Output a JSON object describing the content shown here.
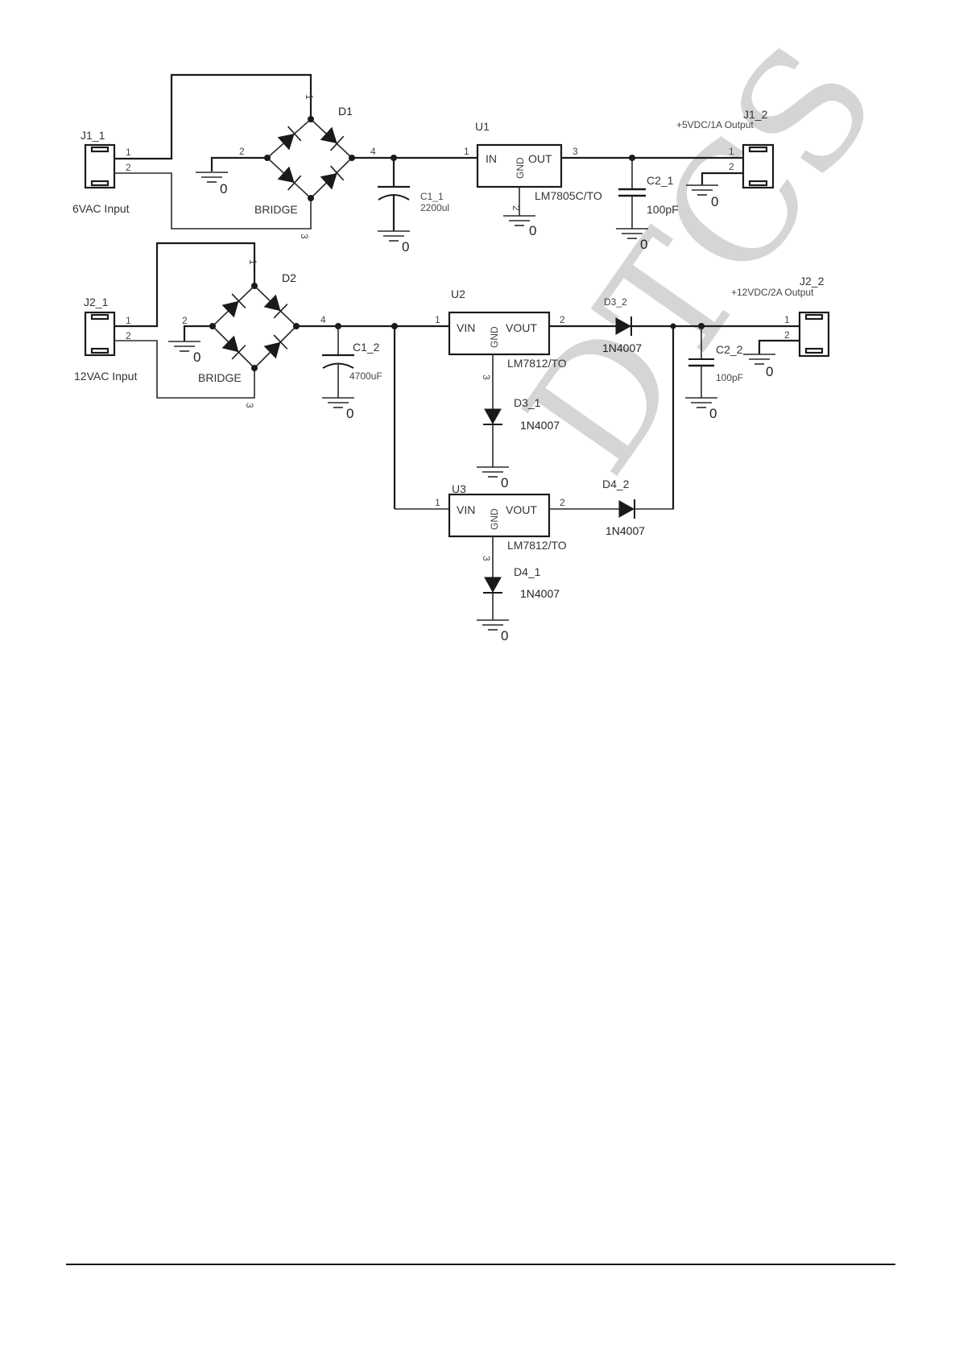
{
  "document": {
    "type": "power-supply-schematic",
    "watermark_text": "DTCS"
  },
  "circuit_5v": {
    "input_connector": {
      "ref": "J1_1",
      "label": "6VAC Input",
      "pins": [
        "1",
        "2"
      ]
    },
    "bridge": {
      "ref": "D1",
      "value": "BRIDGE",
      "pins": [
        "1",
        "2",
        "3",
        "4"
      ]
    },
    "filter_cap": {
      "ref": "C1_1",
      "value": "2200ul"
    },
    "regulator": {
      "ref": "U1",
      "part": "LM7805C/TO",
      "in_label": "IN",
      "gnd_label": "GND",
      "out_label": "OUT",
      "pin_in": "1",
      "pin_gnd": "2",
      "pin_out": "3"
    },
    "output_cap": {
      "ref": "C2_1",
      "value": "100pF"
    },
    "output_connector": {
      "ref": "J1_2",
      "label": "+5VDC/1A Output",
      "pins": [
        "1",
        "2"
      ]
    }
  },
  "circuit_12v": {
    "input_connector": {
      "ref": "J2_1",
      "label": "12VAC Input",
      "pins": [
        "1",
        "2"
      ]
    },
    "bridge": {
      "ref": "D2",
      "value": "BRIDGE",
      "pins": [
        "1",
        "2",
        "3",
        "4"
      ]
    },
    "filter_cap": {
      "ref": "C1_2",
      "value": "4700uF"
    },
    "regulator_a": {
      "ref": "U2",
      "part": "LM7812/TO",
      "in_label": "VIN",
      "gnd_label": "GND",
      "out_label": "VOUT",
      "pin_in": "1",
      "pin_out": "2",
      "pin_gnd": "3"
    },
    "regulator_b": {
      "ref": "U3",
      "part": "LM7812/TO",
      "in_label": "VIN",
      "gnd_label": "GND",
      "out_label": "VOUT",
      "pin_in": "1",
      "pin_out": "2",
      "pin_gnd": "3"
    },
    "diode_out_a": {
      "ref": "D3_2",
      "value": "1N4007"
    },
    "diode_gnd_a": {
      "ref": "D3_1",
      "value": "1N4007"
    },
    "diode_out_b": {
      "ref": "D4_2",
      "value": "1N4007"
    },
    "diode_gnd_b": {
      "ref": "D4_1",
      "value": "1N4007"
    },
    "output_cap": {
      "ref": "C2_2",
      "value": "100pF"
    },
    "output_connector": {
      "ref": "J2_2",
      "label": "+12VDC/2A Output",
      "pins": [
        "1",
        "2"
      ]
    }
  },
  "ground_net_label": "0"
}
